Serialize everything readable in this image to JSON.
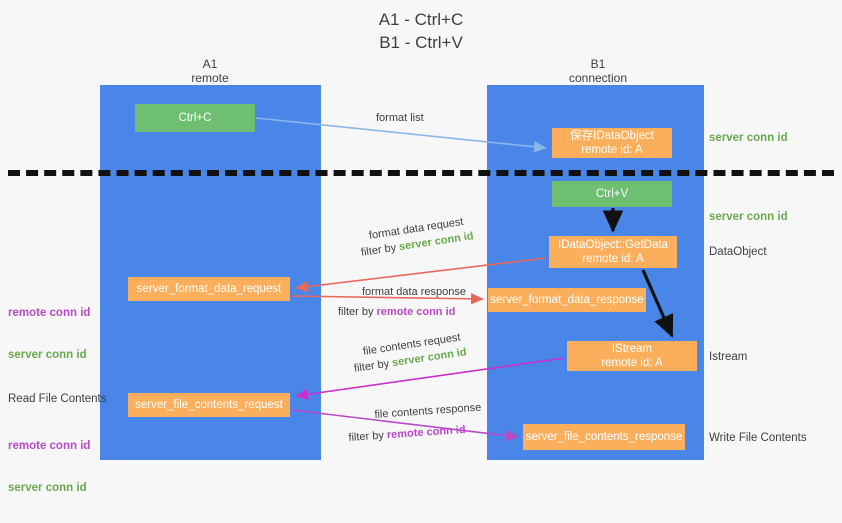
{
  "title": {
    "line1": "A1 - Ctrl+C",
    "line2": "B1 - Ctrl+V"
  },
  "columns": {
    "left": {
      "name": "A1",
      "role": "remote"
    },
    "right": {
      "name": "B1",
      "role": "connection"
    }
  },
  "boxes": {
    "ctrl_c": {
      "label": "Ctrl+C",
      "color": "#77c383"
    },
    "save_idataobject": {
      "line1": "保存IDataObject",
      "line2": "remote id: A",
      "color": "#fbaf5d"
    },
    "ctrl_v": {
      "label": "Ctrl+V",
      "color": "#77c383"
    },
    "getdata": {
      "line1": "IDataObject::GetData",
      "line2": "remote id: A",
      "color": "#fbaf5d"
    },
    "server_format_data_request": {
      "label": "server_format_data_request",
      "color": "#fbaf5d"
    },
    "server_format_data_response": {
      "label": "server_format_data_response",
      "color": "#fbaf5d"
    },
    "istream": {
      "line1": "IStream",
      "line2": "remote id: A",
      "color": "#fbaf5d"
    },
    "server_file_contents_request": {
      "label": "server_file_contents_request",
      "color": "#fbaf5d"
    },
    "server_file_contents_response": {
      "label": "server_file_contents_response",
      "color": "#fbaf5d"
    }
  },
  "edges": {
    "format_list": {
      "label": "format list",
      "color": "#89b8e8"
    },
    "format_data_request": {
      "label": "format data request",
      "filter_prefix": "filter by ",
      "filter_value": "server conn id",
      "color": "#e8685d"
    },
    "format_data_response": {
      "label": "format data response",
      "filter_prefix": "filter by ",
      "filter_value": "remote conn id",
      "color": "#e8685d"
    },
    "file_contents_request": {
      "label": "file contents request",
      "filter_prefix": "filter by ",
      "filter_value": "server conn id",
      "color": "#c930c9"
    },
    "file_contents_response": {
      "label": "file contents response",
      "filter_prefix": "filter by ",
      "filter_value": "remote conn id",
      "color": "#b84ac6"
    }
  },
  "side_labels": {
    "right": {
      "server_conn_id_top": "server conn id",
      "server_conn_id_mid": "server conn id",
      "dataobject": "DataObject",
      "istream": "Istream",
      "write_file_contents": "Write File Contents"
    },
    "left": {
      "remote_conn_id_1": "remote conn id",
      "server_conn_id_1": "server conn id",
      "read_file_contents": "Read File Contents",
      "remote_conn_id_2": "remote conn id",
      "server_conn_id_2": "server conn id"
    }
  },
  "colors": {
    "lane": "#4a86e8",
    "green_text": "#6aa84f",
    "magenta_text": "#b84ac6",
    "dark_text": "#3c4043",
    "divider": "#111111"
  }
}
